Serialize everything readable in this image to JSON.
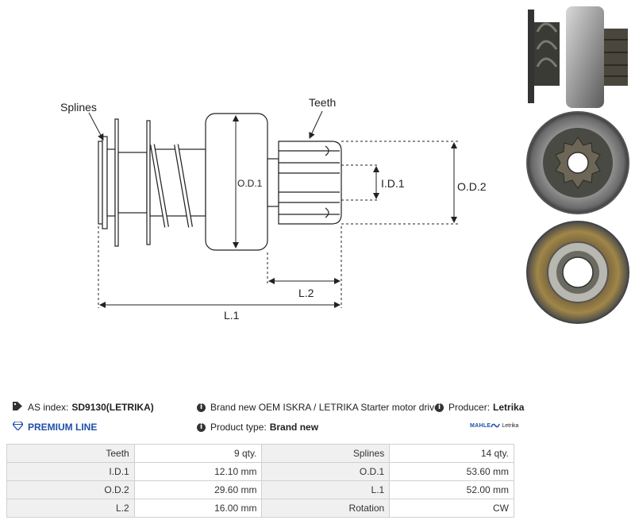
{
  "drawing": {
    "labels": {
      "splines": "Splines",
      "teeth": "Teeth",
      "od1": "O.D.1",
      "id1": "I.D.1",
      "od2": "O.D.2",
      "l2": "L.2",
      "l1": "L.1"
    }
  },
  "info": {
    "as_index_label": "AS index:",
    "as_index_value": "SD9130(LETRIKA)",
    "description": "Brand new OEM ISKRA / LETRIKA Starter motor drive",
    "producer_label": "Producer:",
    "producer_value": "Letrika",
    "premium_line": "PREMIUM LINE",
    "product_type_label": "Product type:",
    "product_type_value": "Brand new",
    "logo_left": "MAHLE",
    "logo_right": "Letrika"
  },
  "specs": [
    {
      "k1": "Teeth",
      "v1": "9 qty.",
      "k2": "Splines",
      "v2": "14 qty."
    },
    {
      "k1": "I.D.1",
      "v1": "12.10 mm",
      "k2": "O.D.1",
      "v2": "53.60 mm"
    },
    {
      "k1": "O.D.2",
      "v1": "29.60 mm",
      "k2": "L.1",
      "v2": "52.00 mm"
    },
    {
      "k1": "L.2",
      "v1": "16.00 mm",
      "k2": "Rotation",
      "v2": "CW"
    }
  ]
}
